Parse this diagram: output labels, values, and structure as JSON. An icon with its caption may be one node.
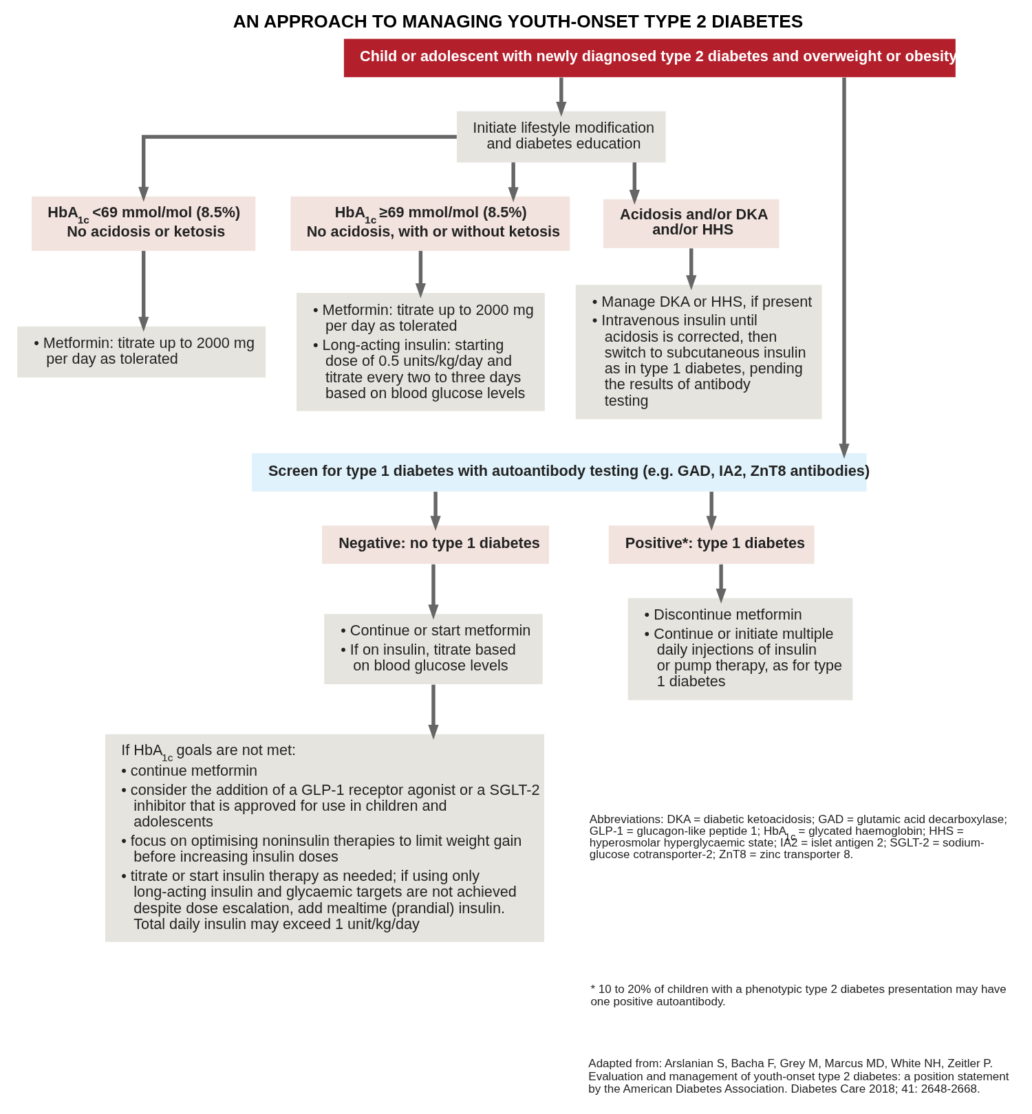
{
  "diagram": {
    "title": "AN APPROACH TO MANAGING YOUTH-ONSET TYPE 2 DIABETES",
    "nodes": [
      {
        "text": [
          "Child or adolescent with newly diagnosed type 2 diabetes and overweight or obesity"
        ]
      },
      {
        "text": [
          "Initiate lifestyle modification and diabetes education"
        ]
      },
      {
        "text": [
          "HbA$_{1c}$ <69 mmol/mol (8.5%)",
          "No acidosis or ketosis"
        ]
      },
      {
        "text": [
          "HbA$_{1c}$ ≥69 mmol/mol (8.5%)",
          "No acidosis, with or without ketosis"
        ]
      },
      {
        "text": [
          "Acidosis and/or DKA and/or HHS"
        ]
      },
      {
        "text": [
          "• Metformin: titrate up to 2000 mg per day as tolerated"
        ]
      },
      {
        "text": [
          "• Metformin: titrate up to 2000 mg per day as tolerated",
          "• Long-acting insulin: starting dose of 0.5 units/kg/day and titrate every two to three days based on blood glucose levels"
        ]
      },
      {
        "text": [
          "• Manage DKA or HHS, if present",
          "• Intravenous insulin until acidosis is corrected, then switch to subcutaneous insulin as in type 1 diabetes, pending the results of antibody testing"
        ]
      },
      {
        "text": [
          "Screen for type 1 diabetes with autoantibody testing (e.g. GAD, IA2, ZnT8 antibodies)"
        ]
      },
      {
        "text": [
          "Negative: no type 1 diabetes"
        ]
      },
      {
        "text": [
          "Positive*: type 1 diabetes"
        ]
      },
      {
        "text": [
          "• Continue or start metformin",
          "• If on insulin, titrate based on blood glucose levels"
        ]
      },
      {
        "text": [
          "• Discontinue metformin",
          "• Continue or initiate multiple daily injections of insulin or pump therapy, as for type 1 diabetes"
        ]
      },
      {
        "text": [
          "If HbA$_{1c}$ goals are not met:",
          "• continue metformin",
          "• consider the addition of a GLP-1 receptor agonist or a SGLT-2 inhibitor that is approved for use in children and adolescents",
          "• focus on optimising noninsulin therapies to limit weight gain before increasing insulin doses",
          "• titrate or start insulin therapy as needed; if using only long-acting insulin and glycaemic targets are not achieved despite dose escalation, add mealtime (prandial) insulin. Total daily insulin may exceed 1 unit/kg/day"
        ]
      }
    ],
    "edges": [
      {
        "from": 0,
        "to": 1,
        "arrow": "to"
      },
      {
        "from": 1,
        "to": 2,
        "arrow": "to"
      },
      {
        "from": 1,
        "to": 3,
        "arrow": "to"
      },
      {
        "from": 1,
        "to": 4,
        "arrow": "to"
      },
      {
        "from": 2,
        "to": 5,
        "arrow": "to"
      },
      {
        "from": 3,
        "to": 6,
        "arrow": "to"
      },
      {
        "from": 4,
        "to": 7,
        "arrow": "to"
      },
      {
        "from": 0,
        "to": 8,
        "arrow": "to"
      },
      {
        "from": 8,
        "to": 9,
        "arrow": "to"
      },
      {
        "from": 8,
        "to": 10,
        "arrow": "to"
      },
      {
        "from": 9,
        "to": 11,
        "arrow": "to"
      },
      {
        "from": 10,
        "to": 12,
        "arrow": "to"
      },
      {
        "from": 11,
        "to": 13,
        "arrow": "to"
      }
    ],
    "labels": [
      "Abbreviations: DKA = diabetic ketoacidosis; GAD = glutamic acid decarboxylase; GLP-1 = glucagon-like peptide 1; HbA$_{1c}$ = glycated haemoglobin; HHS = hyperosmolar hyperglycaemic state; IA2 = islet antigen 2; SGLT-2 = sodium-glucose cotransporter-2; ZnT8 = zinc transporter 8.",
      "* 10 to 20% of children with a phenotypic type 2 diabetes presentation may have one positive autoantibody.",
      "Adapted from: Arslanian S, Bacha F, Grey M, Marcus MD, White NH, Zeitler P. Evaluation and management of youth-onset type 2 diabetes: a position statement by the American Diabetes Association. Diabetes Care 2018; 41: 2648-2668."
    ]
  }
}
